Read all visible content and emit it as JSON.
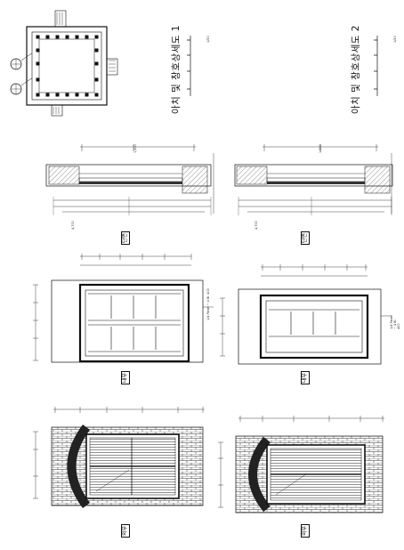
{
  "sheet": {
    "title_1": "아치 및 창호상세도 1",
    "title_2": "아치 및 창호상세도 2",
    "scale_text": "1/50",
    "view_labels": {
      "section_1": "단면",
      "section_2": "단면",
      "interior_1": "내부",
      "interior_2": "내부",
      "exterior_1": "외부",
      "exterior_2": "외부"
    },
    "dimensions": {
      "overall_1": "4,700",
      "overall_2": "4,700",
      "section_dim_1": "1,500",
      "section_dim_2": "1,500",
      "callout_1": "1/4 Panel ~ 4 Bl. 400",
      "callout_2": "1/4 Panel ~ 4 Bl. 400"
    },
    "colors": {
      "line": "#111111",
      "paper": "#ffffff",
      "hatch": "#555555"
    }
  }
}
